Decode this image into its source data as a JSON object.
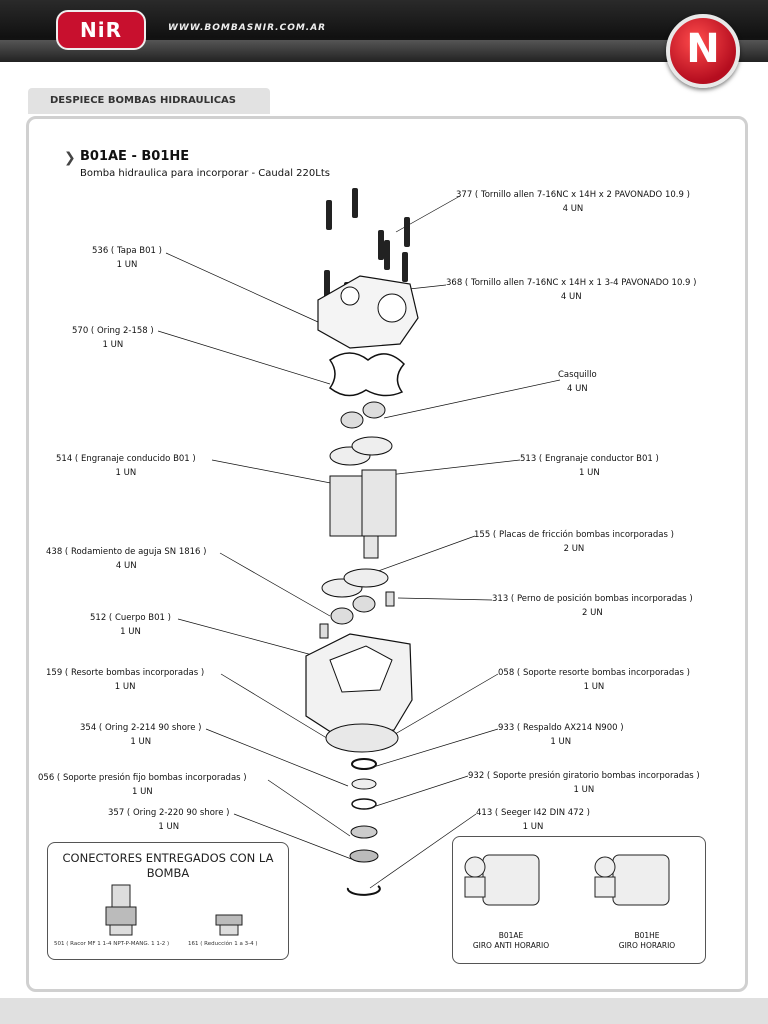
{
  "header": {
    "website": "WWW.BOMBASNIR.COM.AR",
    "logo": "NiR",
    "badge_letter": "N"
  },
  "section_tab": "DESPIECE BOMBAS HIDRAULICAS",
  "product": {
    "title": "B01AE - B01HE",
    "subtitle": "Bomba hidraulica para incorporar - Caudal 220Lts"
  },
  "parts": [
    {
      "id": "p377",
      "desc": "377 ( Tornillo allen 7-16NC x 14H x 2 PAVONADO 10.9 )",
      "qty": "4 UN"
    },
    {
      "id": "p536",
      "desc": "536 ( Tapa B01 )",
      "qty": "1 UN"
    },
    {
      "id": "p368",
      "desc": "368 ( Tornillo allen 7-16NC x 14H x 1 3-4 PAVONADO 10.9 )",
      "qty": "4 UN"
    },
    {
      "id": "p570",
      "desc": "570 ( Oring 2-158 )",
      "qty": "1 UN"
    },
    {
      "id": "pcas",
      "desc": "Casquillo",
      "qty": "4 UN"
    },
    {
      "id": "p514",
      "desc": "514 ( Engranaje conducido B01 )",
      "qty": "1 UN"
    },
    {
      "id": "p513",
      "desc": "513 ( Engranaje conductor B01 )",
      "qty": "1 UN"
    },
    {
      "id": "p155",
      "desc": "155 ( Placas de fricción bombas incorporadas )",
      "qty": "2 UN"
    },
    {
      "id": "p438",
      "desc": "438 ( Rodamiento de aguja SN 1816 )",
      "qty": "4 UN"
    },
    {
      "id": "p313",
      "desc": "313 ( Perno de posición bombas incorporadas )",
      "qty": "2 UN"
    },
    {
      "id": "p512",
      "desc": "512 ( Cuerpo B01 )",
      "qty": "1 UN"
    },
    {
      "id": "p159",
      "desc": "159 ( Resorte bombas incorporadas )",
      "qty": "1 UN"
    },
    {
      "id": "p058",
      "desc": "058 ( Soporte resorte bombas incorporadas )",
      "qty": "1 UN"
    },
    {
      "id": "p354",
      "desc": "354 ( Oring 2-214 90 shore )",
      "qty": "1 UN"
    },
    {
      "id": "p933",
      "desc": "933 ( Respaldo AX214 N900 )",
      "qty": "1 UN"
    },
    {
      "id": "p056",
      "desc": "056 ( Soporte presión fijo bombas incorporadas )",
      "qty": "1 UN"
    },
    {
      "id": "p932",
      "desc": "932 ( Soporte presión giratorio bombas incorporadas )",
      "qty": "1 UN"
    },
    {
      "id": "p357",
      "desc": "357 ( Oring 2-220 90 shore )",
      "qty": "1 UN"
    },
    {
      "id": "p413",
      "desc": "413 ( Seeger I42 DIN 472 )",
      "qty": "1 UN"
    }
  ],
  "connectors": {
    "title": "CONECTORES ENTREGADOS CON LA BOMBA",
    "items": [
      {
        "label": "501 ( Racor MF 1 1-4 NPT-P-MANG. 1 1-2 )"
      },
      {
        "label": "161 ( Reducción 1 a 3-4 )"
      }
    ]
  },
  "models": [
    {
      "code": "B01AE",
      "rotation": "GIRO ANTI HORARIO"
    },
    {
      "code": "B01HE",
      "rotation": "GIRO HORARIO"
    }
  ],
  "colors": {
    "brand_red": "#c8102e",
    "panel_border": "#d0d0d0"
  }
}
